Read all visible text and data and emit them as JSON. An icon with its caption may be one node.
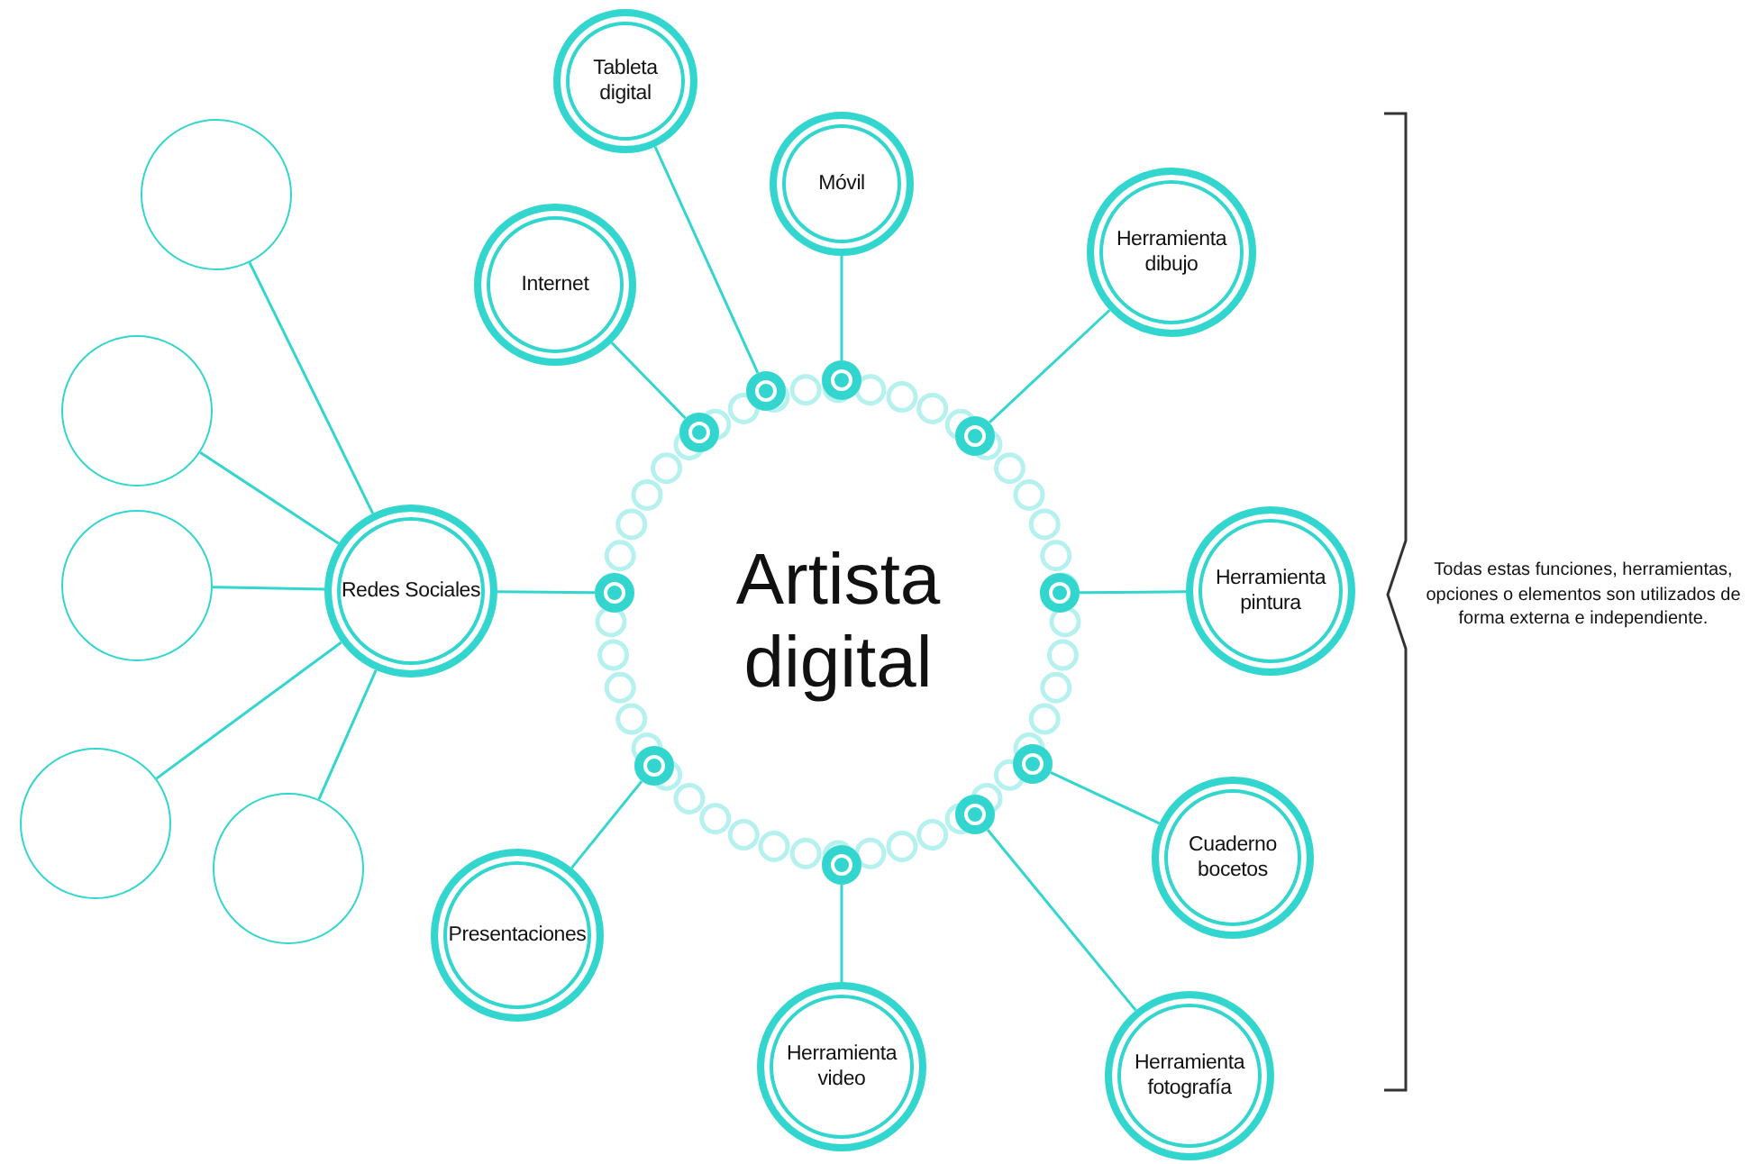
{
  "diagram": {
    "nodes": [
      {
        "text": [
          "Artista digital"
        ]
      },
      {
        "text": [
          "Tableta digital"
        ]
      },
      {
        "text": [
          "Móvil"
        ]
      },
      {
        "text": [
          "Internet"
        ]
      },
      {
        "text": [
          "Herramienta dibujo"
        ]
      },
      {
        "text": [
          "Redes Sociales"
        ]
      },
      {
        "text": [
          "Herramienta pintura"
        ]
      },
      {
        "text": [
          "Cuaderno bocetos"
        ]
      },
      {
        "text": [
          "Presentaciones"
        ]
      },
      {
        "text": [
          "Herramienta video"
        ]
      },
      {
        "text": [
          "Herramienta fotografía"
        ]
      },
      {
        "text": [],
        "shape": "circle"
      },
      {
        "text": [],
        "shape": "circle"
      },
      {
        "text": [],
        "shape": "circle"
      },
      {
        "text": [],
        "shape": "circle"
      },
      {
        "text": [],
        "shape": "circle"
      },
      {
        "text": [],
        "shape": "circle",
        "in": 0
      },
      {
        "text": [],
        "shape": "circle",
        "in": 0
      },
      {
        "text": [],
        "shape": "circle",
        "in": 0
      },
      {
        "text": [],
        "shape": "circle",
        "in": 0
      },
      {
        "text": [],
        "shape": "circle",
        "in": 0
      },
      {
        "text": [],
        "shape": "circle",
        "in": 0
      },
      {
        "text": [],
        "shape": "circle",
        "in": 0
      },
      {
        "text": [],
        "shape": "circle",
        "in": 0
      },
      {
        "text": [],
        "shape": "circle",
        "in": 0
      },
      {
        "text": [],
        "shape": "circle",
        "in": 0
      }
    ],
    "edges": [
      {
        "from": 16,
        "to": 2,
        "arrow": "none"
      },
      {
        "from": 17,
        "to": 1,
        "arrow": "none"
      },
      {
        "from": 18,
        "to": 3,
        "arrow": "none"
      },
      {
        "from": 19,
        "to": 4,
        "arrow": "none"
      },
      {
        "from": 20,
        "to": 5,
        "arrow": "none"
      },
      {
        "from": 21,
        "to": 6,
        "arrow": "none"
      },
      {
        "from": 22,
        "to": 7,
        "arrow": "none"
      },
      {
        "from": 23,
        "to": 8,
        "arrow": "none"
      },
      {
        "from": 24,
        "to": 10,
        "arrow": "none"
      },
      {
        "from": 25,
        "to": 9,
        "arrow": "none"
      },
      {
        "from": 5,
        "to": 11,
        "arrow": "none"
      },
      {
        "from": 5,
        "to": 12,
        "arrow": "none"
      },
      {
        "from": 5,
        "to": 13,
        "arrow": "none"
      },
      {
        "from": 5,
        "to": 14,
        "arrow": "none"
      },
      {
        "from": 5,
        "to": 15,
        "arrow": "none"
      }
    ],
    "labels": [
      "Todas estas funciones, herramientas, opciones o elementos son utilizados de forma externa e independiente."
    ]
  }
}
